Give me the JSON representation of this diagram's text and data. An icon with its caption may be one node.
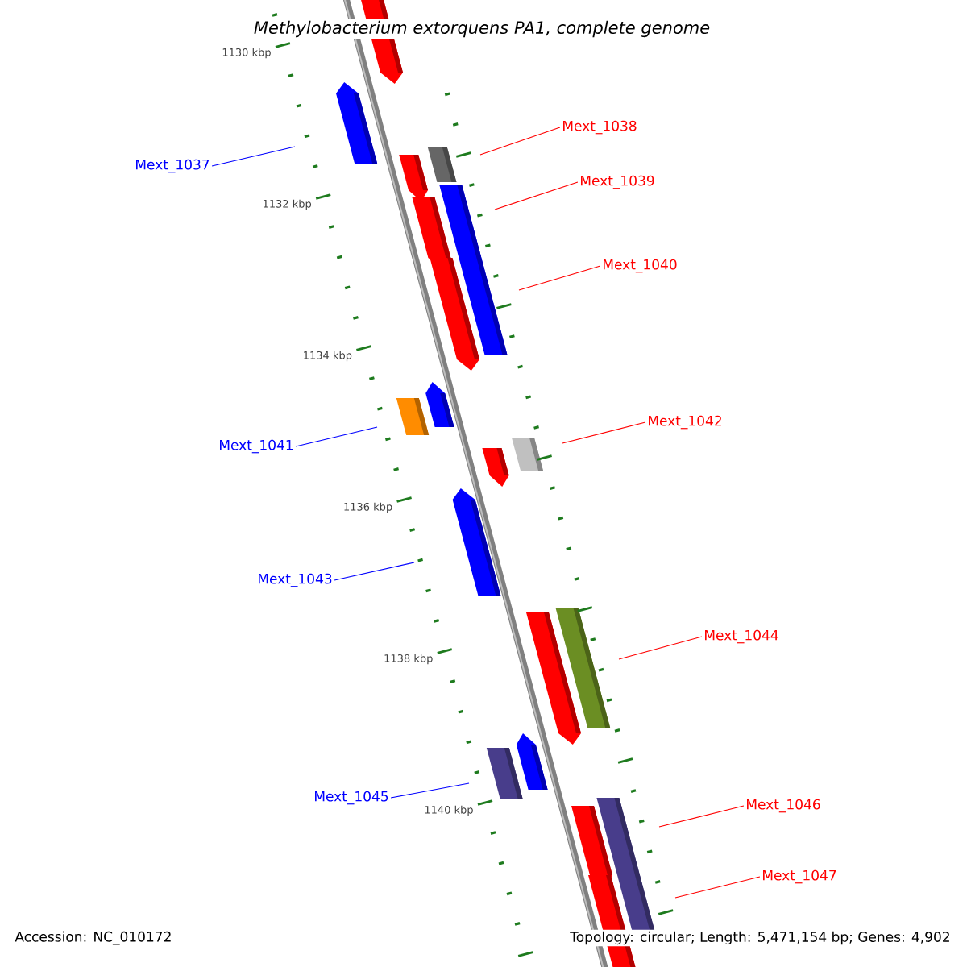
{
  "diagram": {
    "title": "Methylobacterium extorquens PA1, complete genome",
    "nodes": [
      {
        "text": [
          "Mext_1037"
        ]
      },
      {
        "text": [
          "Mext_1038"
        ]
      },
      {
        "text": [
          "Mext_1039"
        ]
      },
      {
        "text": [
          "Mext_1040"
        ]
      },
      {
        "text": [
          "Mext_1041"
        ]
      },
      {
        "text": [
          "Mext_1042"
        ]
      },
      {
        "text": [
          "Mext_1043"
        ]
      },
      {
        "text": [
          "Mext_1044"
        ]
      },
      {
        "text": [
          "Mext_1045"
        ]
      },
      {
        "text": [
          "Mext_1046"
        ]
      },
      {
        "text": [
          "Mext_1047"
        ]
      }
    ],
    "edges": [
      {
        "from": 0,
        "to": null,
        "arrow": "none",
        "color": "#0000ff"
      },
      {
        "from": 1,
        "to": null,
        "arrow": "none"
      },
      {
        "from": 2,
        "to": null,
        "arrow": "none"
      },
      {
        "from": 3,
        "to": null,
        "arrow": "none"
      },
      {
        "from": 4,
        "to": null,
        "arrow": "none",
        "color": "#0000ff"
      },
      {
        "from": 5,
        "to": null,
        "arrow": "none"
      },
      {
        "from": 6,
        "to": null,
        "arrow": "none",
        "color": "#0000ff"
      },
      {
        "from": 7,
        "to": null,
        "arrow": "none"
      },
      {
        "from": 8,
        "to": null,
        "arrow": "none",
        "color": "#0000ff"
      },
      {
        "from": 9,
        "to": null,
        "arrow": "none"
      },
      {
        "from": 10,
        "to": null,
        "arrow": "none"
      }
    ],
    "labels": [
      "1130 kbp",
      "1132 kbp",
      "1134 kbp",
      "1136 kbp",
      "1138 kbp",
      "1140 kbp",
      "Accession: NC_010172",
      "Topology: circular; Length: 5,471,154 bp; Genes: 4,902"
    ]
  }
}
